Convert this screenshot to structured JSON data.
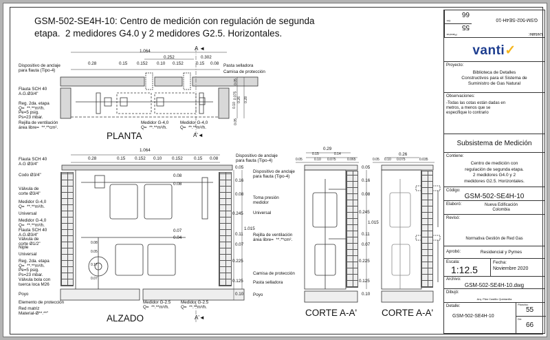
{
  "title": {
    "line1": "GSM-502-SE4H-10: Centro de medición con regulación de segunda",
    "line2": "etapa.  2 medidores G4.0 y 2 medidores G2.5. Horizontales."
  },
  "planta": {
    "name": "PLANTA",
    "section_a": "A ◄",
    "section_a2": "A'◄",
    "dims_top": [
      "1.064",
      "0.252",
      "0.302",
      "0.28",
      "0.15",
      "0.152",
      "0.10",
      "0.152",
      "0.15",
      "0.08"
    ],
    "dims_side": [
      "0.05",
      "0.10",
      "0.075",
      "0.26",
      "0.28",
      "0.05"
    ],
    "labels": {
      "anclaje": "Dispositivo de anclaje\npara flauta (Tipo-4)",
      "pasta": "Pasta selladora",
      "camisa": "Camisa de protección",
      "flauta": "Flauta SCH 40\nA.G.Ø3/4\"",
      "reg": "Reg. 2da. etapa\nQ=  **.**m³/h.\nPe=5 psig.\nPs=23 mbar.",
      "rejilla": "Rejilla de ventilación\nárea libre=  **.**cm².",
      "medidor1": "Medidor G-4,0\nQ=  **.**m³/h.",
      "medidor2": "Medidor G-4,0\nQ=  **.**m³/h."
    }
  },
  "alzado": {
    "name": "ALZADO",
    "section_a2": "A'◄",
    "dims_top": [
      "1.064",
      "0.28",
      "0.15",
      "0.152",
      "0.10",
      "0.152",
      "0.15",
      "0.08"
    ],
    "dims_inner": [
      "0.08",
      "0.05",
      "0.17",
      "0.07",
      "0.08",
      "0.08",
      "0.07",
      "0.04"
    ],
    "dims_right": [
      "0.05",
      "0.16",
      "0.08",
      "0.245",
      "1.015",
      "0.11",
      "0.07",
      "0.225",
      "0.125",
      "0.10"
    ],
    "left_labels": [
      "Flauta SCH 40\nA.G Ø3/4\"",
      "Codo Ø3/4\"",
      "Válvula de\ncorte Ø3/4\"",
      "Medidor G-4,0\nQ=  **.**m³/h.",
      "Universal",
      "Medidor G-4,0\nQ=  **.**m³/h.",
      "Flauta SCH 40\nA.G.Ø3/4\"",
      "Válvula de\ncorte Ø1/2\"",
      "Niple",
      "Universal",
      "Reg. 2da. etapa\nQ=  **.**m³/h.\nPe=5 psig.\nPs=23 mbar.",
      "Válvula bola con\ntuerca loca M26",
      "Poyo",
      "Elemento de protección",
      "Red matriz\nMaterial-Ø**.**\""
    ],
    "right_labels": [
      "Dispositivo de anclaje\npara flauta (Tipo-4)",
      "Dispositivo de anclaje\npara flauta (Tipo-4)",
      "Toma presión\nmedidor",
      "Universal",
      "Rejilla de ventilación\nárea libre=  **.**cm².",
      "Camisa de protección",
      "Pasta selladora",
      "Poyo"
    ],
    "medidor_g25_1": "Medidor G-2.5\nQ=  **.**m³/h.",
    "medidor_g25_2": "Medidor G-2.5\nQ=  **.**m³/h."
  },
  "corte1": {
    "name": "CORTE A-A'",
    "dims_top": [
      "0.29",
      "0.15",
      "0.14",
      "0.05",
      "0.10",
      "0.075",
      "0.065"
    ],
    "dims_right": [
      "0.05",
      "0.16",
      "0.08",
      "0.245",
      "1.015",
      "0.11",
      "0.07",
      "0.225",
      "0.125",
      "0.10"
    ]
  },
  "corte2": {
    "name": "CORTE A-A'",
    "dims_top": [
      "0.26",
      "0.05",
      "0.10",
      "0.075",
      "0.035"
    ]
  },
  "titleblock": {
    "top_detalle_label": "Detalle:",
    "top_detalle": "GSM-502-SE4H-10",
    "top_plancha_label": "Plancha:",
    "top_plancha": "55",
    "top_de_label": "De:",
    "top_de": "66",
    "logo": "vanti",
    "proyecto_label": "Proyecto:",
    "proyecto": "Biblioteca de Detalles\nConstructivos para el Sistema de\nSuministro de Gas Natural",
    "observaciones_label": "Observaciones:",
    "observaciones": "-Todas las cotas están dadas en\nmetros, a menos que se\nespecifique lo contrario",
    "subsistema": "Subsistema de Medición",
    "contiene_label": "Contiene:",
    "contiene": "Centro de medición con\nregulación de segunda etapa.\n2 medidores G4.0 y 2\nmedidores G2.5. Horizontales.",
    "codigo_label": "Código:",
    "codigo": "GSM-502-SE4H-10",
    "elaboro_label": "Elaboró:",
    "elaboro": "Nueva Edificación\nColombia",
    "reviso_label": "Revisó:",
    "reviso": "Normativa Gestión de Red Gas",
    "aprobo_label": "Aprobó:",
    "aprobo": "Residencial y Pymes",
    "escala_label": "Escala:",
    "escala": "1:12.5",
    "fecha_label": "Fecha:",
    "fecha": "Noviembre 2020",
    "archivo_label": "Archivo:",
    "archivo": "GSM-502-SE4H-10.dwg",
    "dibujo_label": "Dibujó:",
    "dibujo": "Arq. Pilar Castillo Quintanilla",
    "detalle_label": "Detalle:",
    "detalle": "GSM-502-SE4H-10",
    "plancha_label": "Plancha:",
    "plancha": "55",
    "de_label": "De:",
    "de": "66"
  },
  "colors": {
    "brand": "#1d3d8f",
    "accent": "#f5b51b",
    "fill": "#d8d8d8"
  }
}
